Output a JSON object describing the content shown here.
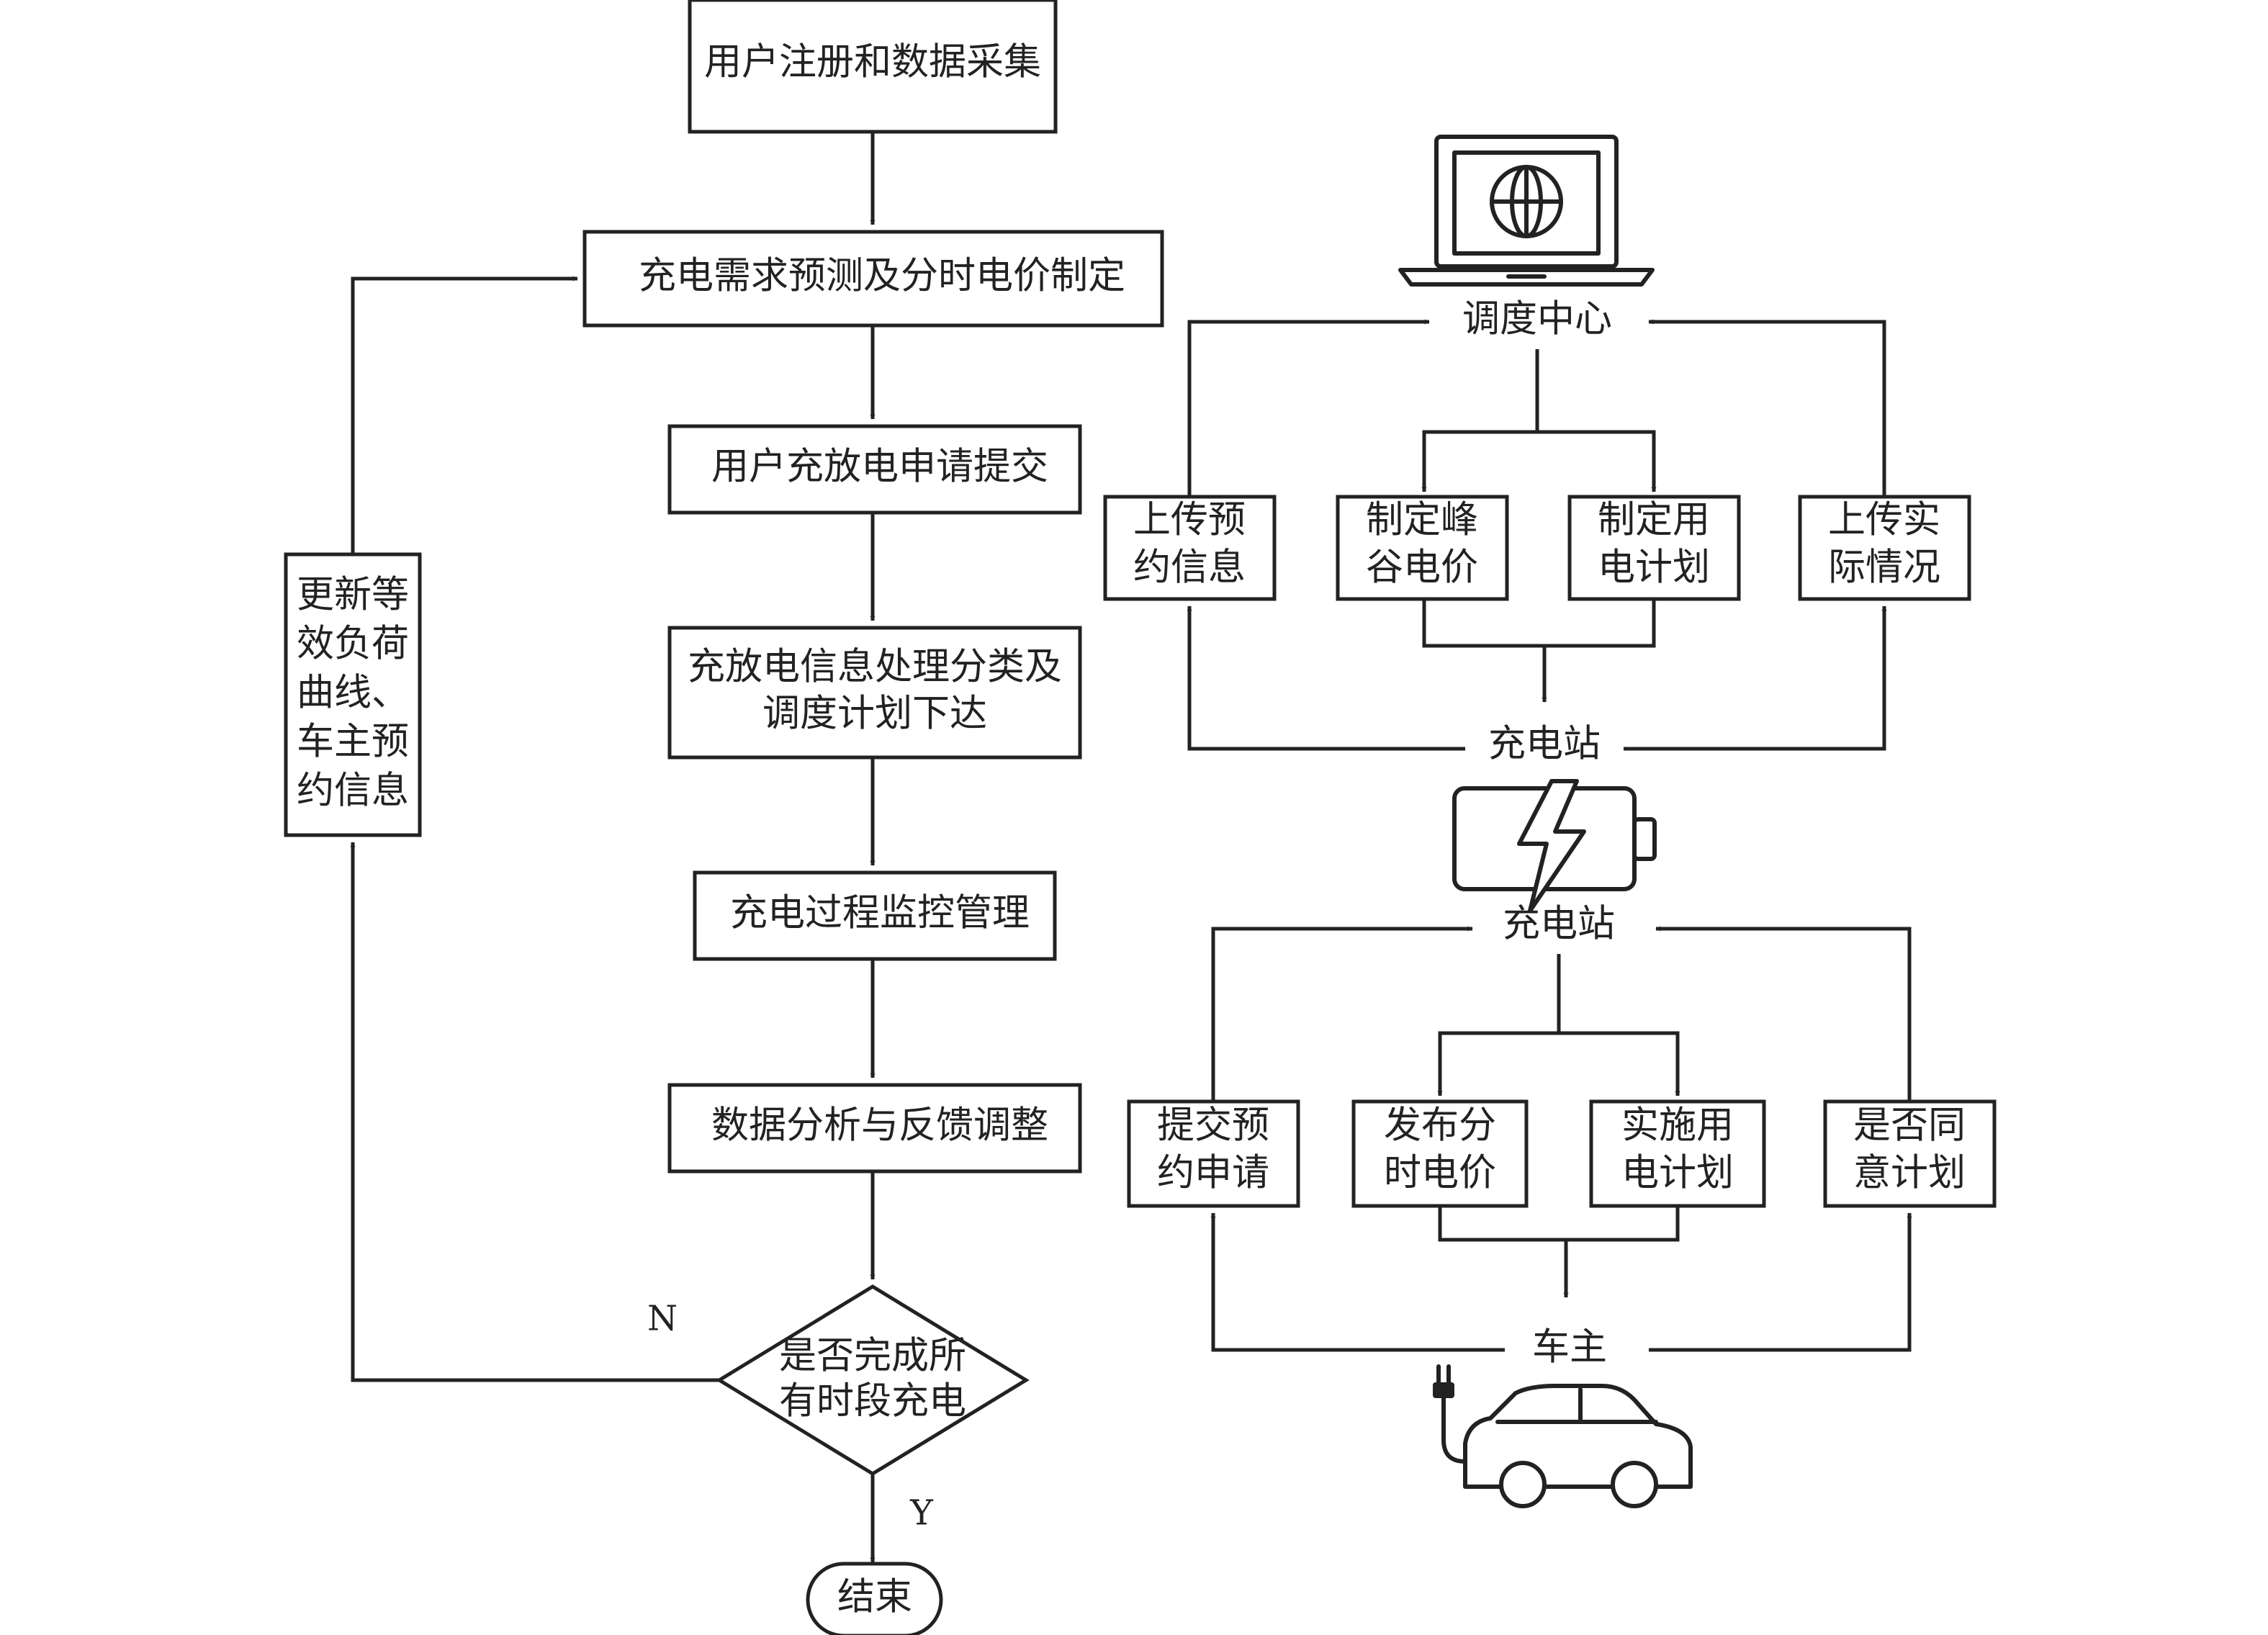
{
  "left_flow": {
    "step1": "用户注册和数据采集",
    "step2": "充电需求预测及分时电价制定",
    "step3": "用户充放电申请提交",
    "step4_line1": "充放电信息处理分类及",
    "step4_line2": "调度计划下达",
    "step5": "充电过程监控管理",
    "step6": "数据分析与反馈调整",
    "decision_line1": "是否完成所",
    "decision_line2": "有时段充电",
    "end": "结束",
    "label_no": "N",
    "label_yes": "Y",
    "feedback_lines": [
      "更新等",
      "效负荷",
      "曲线、",
      "车主预",
      "约信息"
    ]
  },
  "upper_right": {
    "dispatch_center": "调度中心",
    "station": "充电站",
    "upload_reservation": [
      "上传预",
      "约信息"
    ],
    "set_peak_price": [
      "制定峰",
      "谷电价"
    ],
    "set_power_plan": [
      "制定用",
      "电计划"
    ],
    "upload_actual": [
      "上传实",
      "际情况"
    ]
  },
  "lower_right": {
    "station": "充电站",
    "owner": "车主",
    "submit_reservation": [
      "提交预",
      "约申请"
    ],
    "publish_tou_price": [
      "发布分",
      "时电价"
    ],
    "implement_plan": [
      "实施用",
      "电计划"
    ],
    "agree_plan": [
      "是否同",
      "意计划"
    ]
  },
  "icons": {
    "computer": "laptop-globe-icon",
    "battery": "battery-lightning-icon",
    "car": "electric-car-icon"
  }
}
